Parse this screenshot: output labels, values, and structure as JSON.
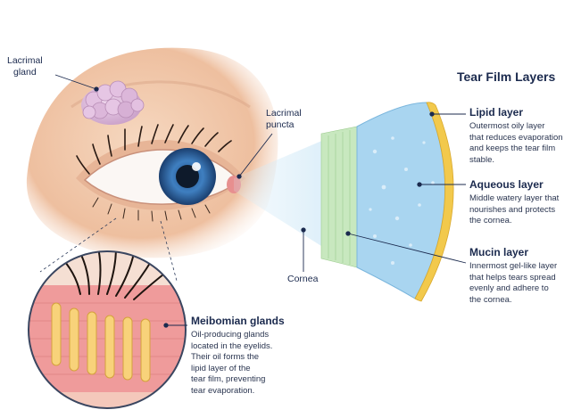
{
  "title": "Tear Film Layers",
  "labels": {
    "lacrimal_gland": [
      "Lacrimal",
      "gland"
    ],
    "lacrimal_puncta": [
      "Lacrimal",
      "puncta"
    ],
    "cornea": "Cornea"
  },
  "layers": [
    {
      "heading": "Lipid layer",
      "description": [
        "Outermost oily layer",
        "that reduces evaporation",
        "and keeps the tear film",
        "stable."
      ],
      "color": "#f2c94c"
    },
    {
      "heading": "Aqueous layer",
      "description": [
        "Middle watery layer that",
        "nourishes and protects",
        "the cornea."
      ],
      "color": "#9fd0ef"
    },
    {
      "heading": "Mucin layer",
      "description": [
        "Innermost gel-like layer",
        "that helps tears spread",
        "evenly and adhere to",
        "the cornea."
      ],
      "color": "#bfe6b5"
    }
  ],
  "meibomian": {
    "heading": "Meibomian glands",
    "description": [
      "Oil-producing glands",
      "located in the eyelids.",
      "Their oil forms the",
      "lipid layer of the",
      "tear film, preventing",
      "tear evaporation."
    ]
  },
  "colors": {
    "iris": "#3f7fc0",
    "skin": "#f3cdb0",
    "gland": "#d9b3d6",
    "leader": "#1b2a4e"
  }
}
